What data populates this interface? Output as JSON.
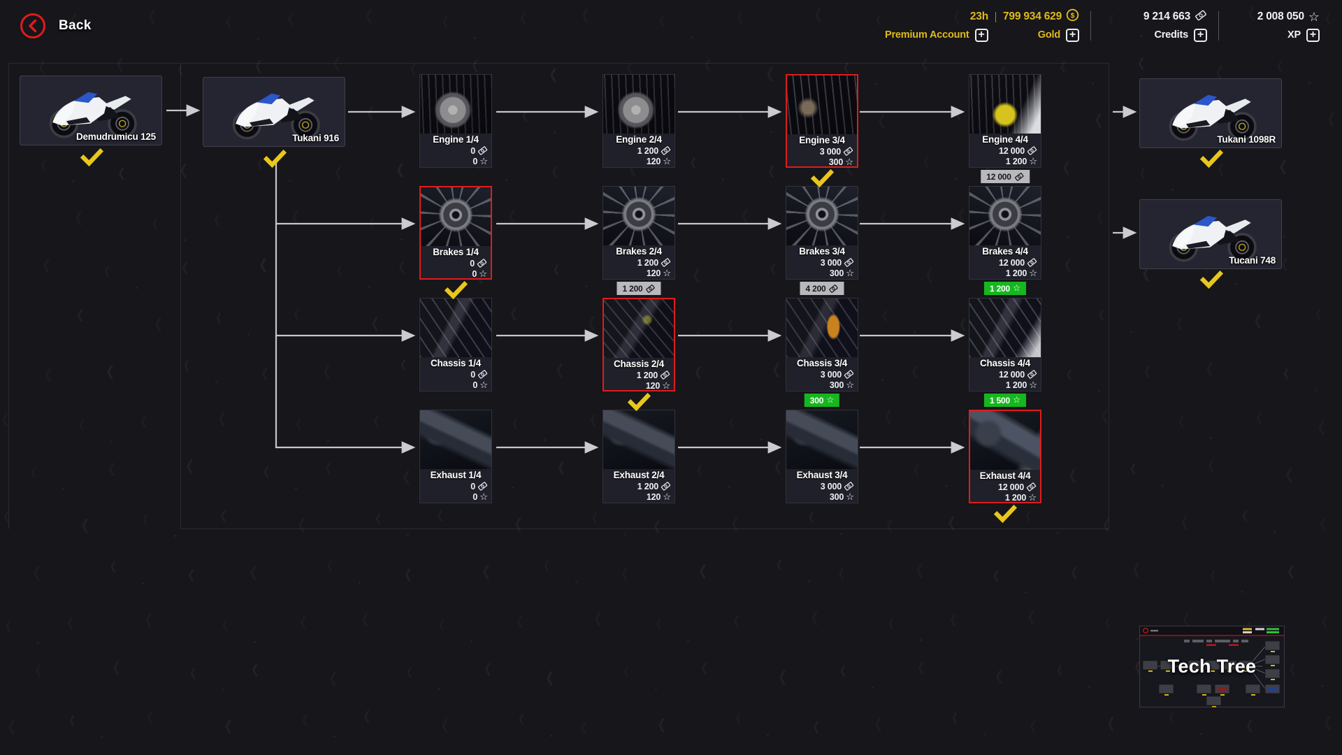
{
  "icons": {
    "plus": "+",
    "star": "☆",
    "separator": "|",
    "chevron": "❮"
  },
  "header": {
    "back_label": "Back",
    "premium": {
      "time_left": "23h",
      "label": "Premium Account",
      "gold_amount": "799 934 629",
      "gold_label": "Gold"
    },
    "credits": {
      "amount": "9 214 663",
      "label": "Credits"
    },
    "xp": {
      "amount": "2 008 050",
      "label": "XP"
    }
  },
  "tree": {
    "source_bikes": [
      {
        "name": "Demudrumicu 125",
        "owned": true
      },
      {
        "name": "Tukani 916",
        "owned": true
      }
    ],
    "result_bikes": [
      {
        "name": "Tukani 1098R",
        "owned": true
      },
      {
        "name": "Tucani 748",
        "owned": true
      }
    ],
    "rows": [
      {
        "category": "engine",
        "nodes": [
          {
            "label": "Engine 1/4",
            "credits": "0",
            "xp": "0"
          },
          {
            "label": "Engine 2/4",
            "credits": "1 200",
            "xp": "120"
          },
          {
            "label": "Engine 3/4",
            "credits": "3 000",
            "xp": "300",
            "selected": true,
            "checked": true
          },
          {
            "label": "Engine 4/4",
            "credits": "12 000",
            "xp": "1 200",
            "badge": {
              "style": "gray",
              "value": "12 000",
              "icon": "credits"
            }
          }
        ]
      },
      {
        "category": "brakes",
        "nodes": [
          {
            "label": "Brakes 1/4",
            "credits": "0",
            "xp": "0",
            "selected": true,
            "checked": true
          },
          {
            "label": "Brakes 2/4",
            "credits": "1 200",
            "xp": "120",
            "badge": {
              "style": "gray",
              "value": "1 200",
              "icon": "credits"
            }
          },
          {
            "label": "Brakes 3/4",
            "credits": "3 000",
            "xp": "300",
            "badge": {
              "style": "gray",
              "value": "4 200",
              "icon": "credits"
            }
          },
          {
            "label": "Brakes 4/4",
            "credits": "12 000",
            "xp": "1 200",
            "badge": {
              "style": "green",
              "value": "1 200",
              "icon": "star"
            }
          }
        ]
      },
      {
        "category": "chassis",
        "nodes": [
          {
            "label": "Chassis 1/4",
            "credits": "0",
            "xp": "0"
          },
          {
            "label": "Chassis 2/4",
            "credits": "1 200",
            "xp": "120",
            "selected": true,
            "checked": true
          },
          {
            "label": "Chassis 3/4",
            "credits": "3 000",
            "xp": "300",
            "badge": {
              "style": "green",
              "value": "300",
              "icon": "star"
            }
          },
          {
            "label": "Chassis 4/4",
            "credits": "12 000",
            "xp": "1 200",
            "badge": {
              "style": "green",
              "value": "1 500",
              "icon": "star"
            }
          }
        ]
      },
      {
        "category": "exhaust",
        "nodes": [
          {
            "label": "Exhaust 1/4",
            "credits": "0",
            "xp": "0"
          },
          {
            "label": "Exhaust 2/4",
            "credits": "1 200",
            "xp": "120"
          },
          {
            "label": "Exhaust 3/4",
            "credits": "3 000",
            "xp": "300"
          },
          {
            "label": "Exhaust 4/4",
            "credits": "12 000",
            "xp": "1 200",
            "selected": true,
            "checked": true
          }
        ]
      }
    ]
  },
  "minimap": {
    "title": "Tech Tree"
  },
  "colors": {
    "accent_red": "#e11b1b",
    "gold": "#e0ba1a",
    "green": "#16b71e",
    "badge_gray": "#b9b9bd",
    "check_yellow": "#e9c71b"
  }
}
